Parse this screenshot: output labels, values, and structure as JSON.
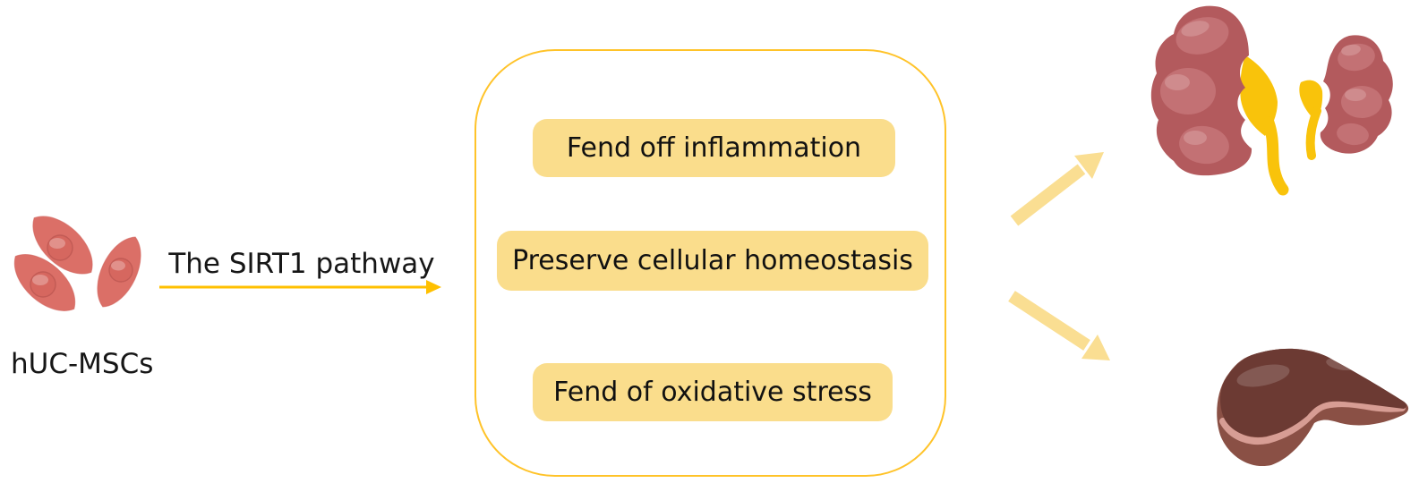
{
  "diagram": {
    "source": {
      "label": "hUC-MSCs",
      "icon": "msc-cells-icon"
    },
    "pathway": {
      "label": "The SIRT1 pathway"
    },
    "effects_panel": {
      "items": [
        {
          "label": "Fend off inflammation"
        },
        {
          "label": "Preserve cellular homeostasis"
        },
        {
          "label": "Fend of oxidative stress"
        }
      ]
    },
    "targets": [
      {
        "name": "kidneys",
        "icon": "kidneys-icon"
      },
      {
        "name": "liver",
        "icon": "liver-icon"
      }
    ],
    "colors": {
      "accent_gold": "#FFC000",
      "panel_border": "#FFC329",
      "pill_fill": "#FADD8C",
      "soft_arrow": "#FADE92",
      "cell_fill": "#DB6F67",
      "cell_nucleus": "#D6675F",
      "kidney_fill": "#B35A5D",
      "kidney_light": "#C37174",
      "ureter_gold": "#F9C30B",
      "liver_dark": "#6C3A33",
      "liver_base": "#8A5045",
      "liver_band": "#D79D94",
      "text": "#161616"
    }
  }
}
